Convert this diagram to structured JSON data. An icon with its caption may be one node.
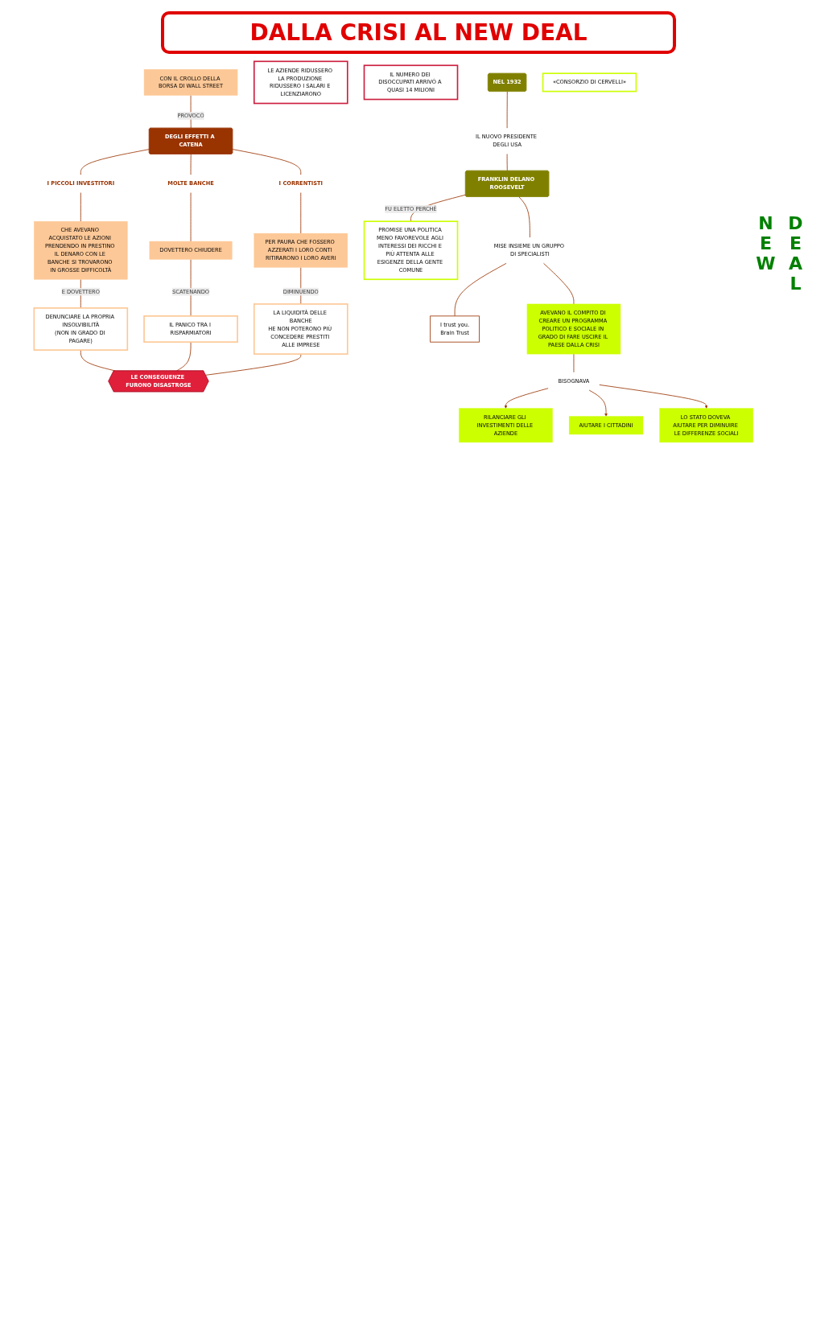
{
  "diagram": {
    "title": "DALLA CRISI AL NEW DEAL",
    "nodes": [
      {
        "text": [
          "CON IL CROLLO DELLA BORSA DI WALL STREET"
        ]
      },
      {
        "text": [
          "DEGLI EFFETTI A CATENA"
        ]
      },
      {
        "text": [
          "I PICCOLI INVESTITORI"
        ]
      },
      {
        "text": [
          "MOLTE BANCHE"
        ]
      },
      {
        "text": [
          "I CORRENTISTI"
        ]
      },
      {
        "text": [
          "CHE AVEVANO ACQUISTATO LE AZIONI PRENDENDO IN PRESTINO IL DENARO CON LE BANCHE SI TROVARONO IN GROSSE DIFFICOLTÀ"
        ]
      },
      {
        "text": [
          "DOVETTERO CHIUDERE"
        ]
      },
      {
        "text": [
          "PER PAURA CHE FOSSERO AZZERATI I LORO CONTI RITIRARONO I LORO AVERI"
        ]
      },
      {
        "text": [
          "DENUNCIARE LA PROPRIA INSOLVIBILITÀ",
          "(NON IN GRADO DI PAGARE)"
        ]
      },
      {
        "text": [
          "IL PANICO TRA I RISPARMIATORI"
        ]
      },
      {
        "text": [
          "LA LIQUIDITÀ DELLE BANCHE",
          "HE NON POTERONO PIÙ CONCEDERE PRESTITI ALLE IMPRESE"
        ]
      },
      {
        "text": [
          "LE CONSEGUENZE FURONO DISASTROSE"
        ]
      },
      {
        "text": [
          "LE AZIENDE RIDUSSERO LA PRODUZIONE RIDUSSERO I SALARI E LICENZIARONO"
        ]
      },
      {
        "text": [
          "IL NUMERO DEI DISOCCUPATI ARRIVÒ A QUASI 14 MILIONI"
        ]
      },
      {
        "text": [
          "NEL 1932"
        ]
      },
      {
        "text": [
          "IL NUOVO PRESIDENTE DEGLI USA"
        ]
      },
      {
        "text": [
          "FRANKLIN DELANO ROOSEVELT"
        ]
      },
      {
        "text": [
          "PROMISE UNA POLITICA MENO FAVOREVOLE AGLI INTERESSI DEI RICCHI E PIÙ ATTENTA ALLE ESIGENZE DELLA GENTE COMUNE"
        ]
      },
      {
        "text": [
          "MISE INSIEME UN GRUPPO DI SPECIALISTI"
        ]
      },
      {
        "text": [
          "I trust you.",
          "Brain Trust"
        ]
      },
      {
        "text": [
          "«CONSORZIO DI CERVELLI»"
        ]
      },
      {
        "text": [
          "AVEVANO IL COMPITO DI CREARE UN PROGRAMMA POLITICO E SOCIALE IN GRADO DI FARE USCIRE IL PAESE DALLA CRISI"
        ]
      },
      {
        "text": [
          "BISOGNAVA"
        ]
      },
      {
        "text": [
          "RILANCIARE GLI INVESTIMENTI DELLE AZIENDE"
        ]
      },
      {
        "text": [
          "AIUTARE I CITTADINI"
        ]
      },
      {
        "text": [
          "LO STATO DOVEVA AIUTARE PER DIMINUIRE LE DIFFERENZE SOCIALI"
        ]
      }
    ],
    "edges": [
      {
        "from": 0,
        "to": 1,
        "label": "PROVOCÒ",
        "arrow": "none"
      },
      {
        "from": 1,
        "to": 2,
        "arrow": "none"
      },
      {
        "from": 1,
        "to": 3,
        "arrow": "none"
      },
      {
        "from": 1,
        "to": 4,
        "arrow": "none"
      },
      {
        "from": 2,
        "to": 5,
        "arrow": "none"
      },
      {
        "from": 3,
        "to": 6,
        "arrow": "none"
      },
      {
        "from": 4,
        "to": 7,
        "arrow": "none"
      },
      {
        "from": 5,
        "to": 8,
        "label": "E DOVETTERO",
        "arrow": "none"
      },
      {
        "from": 6,
        "to": 9,
        "label": "SCATENANDO",
        "arrow": "none"
      },
      {
        "from": 7,
        "to": 10,
        "label": "DIMINUENDO",
        "arrow": "none"
      },
      {
        "from": 8,
        "to": 11,
        "arrow": "none"
      },
      {
        "from": 9,
        "to": 11,
        "arrow": "none"
      },
      {
        "from": 10,
        "to": 11,
        "arrow": "none"
      },
      {
        "from": 14,
        "to": 15,
        "arrow": "none"
      },
      {
        "from": 15,
        "to": 16,
        "arrow": "none"
      },
      {
        "from": 16,
        "to": 17,
        "label": "FU ELETTO PERCHÈ",
        "arrow": "none"
      },
      {
        "from": 16,
        "to": 18,
        "arrow": "none"
      },
      {
        "from": 18,
        "to": 19,
        "arrow": "none"
      },
      {
        "from": 18,
        "to": 21,
        "arrow": "none"
      },
      {
        "from": 21,
        "to": 22,
        "arrow": "none"
      },
      {
        "from": 22,
        "to": 23,
        "arrow": "to"
      },
      {
        "from": 22,
        "to": 24,
        "arrow": "to"
      },
      {
        "from": 22,
        "to": 25,
        "arrow": "to"
      }
    ],
    "labels": [
      "NEW",
      "DEAL"
    ]
  }
}
